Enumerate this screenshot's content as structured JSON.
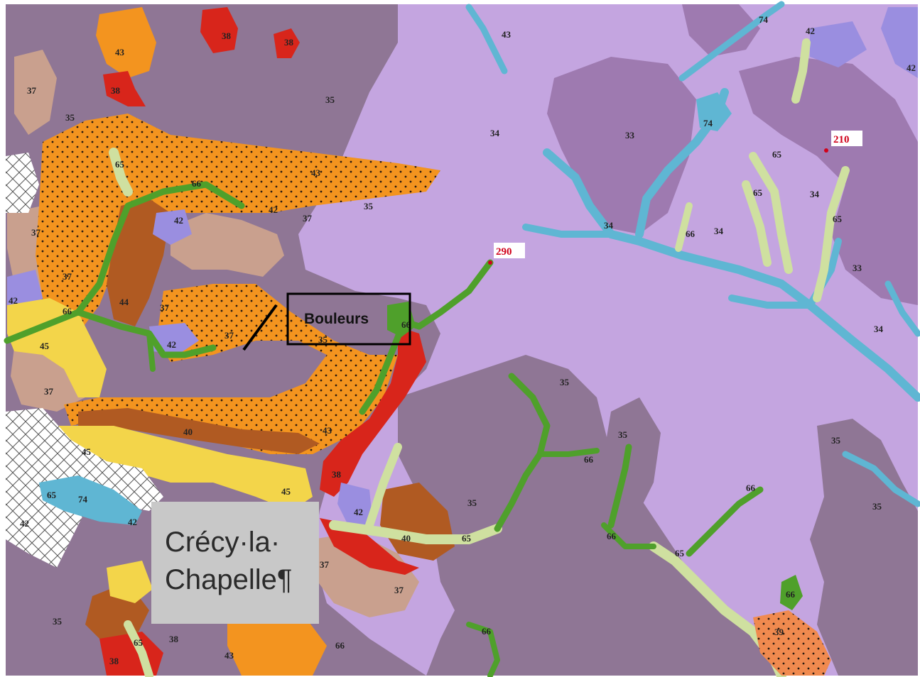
{
  "colors": {
    "unit_34": "#c4a5e0",
    "unit_33": "#9e7ab0",
    "unit_35": "#8f7695",
    "unit_37": "#c9a08e",
    "unit_43": "#f3941f",
    "unit_38": "#d8251b",
    "unit_40": "#b05a22",
    "unit_44": "#b05a22",
    "unit_42": "#9a8ee0",
    "unit_45": "#f3d54a",
    "unit_65": "#cfe0a0",
    "unit_66": "#4fa02b",
    "unit_74": "#5fb6d3",
    "unit_39": "#f08a4f",
    "urban": "#ffffff",
    "altitude": "#d0021b",
    "label_box_bg": "#c8c8c8"
  },
  "map": {
    "unit_labels": [
      "34",
      "33",
      "35",
      "37",
      "43",
      "38",
      "44",
      "42",
      "45",
      "65",
      "66",
      "74",
      "40",
      "39"
    ],
    "altitudes": [
      "290",
      "210"
    ],
    "place_label": "Bouleurs",
    "town_box": {
      "line1": "Crécy·la·",
      "line2": "Chapelle¶"
    }
  }
}
